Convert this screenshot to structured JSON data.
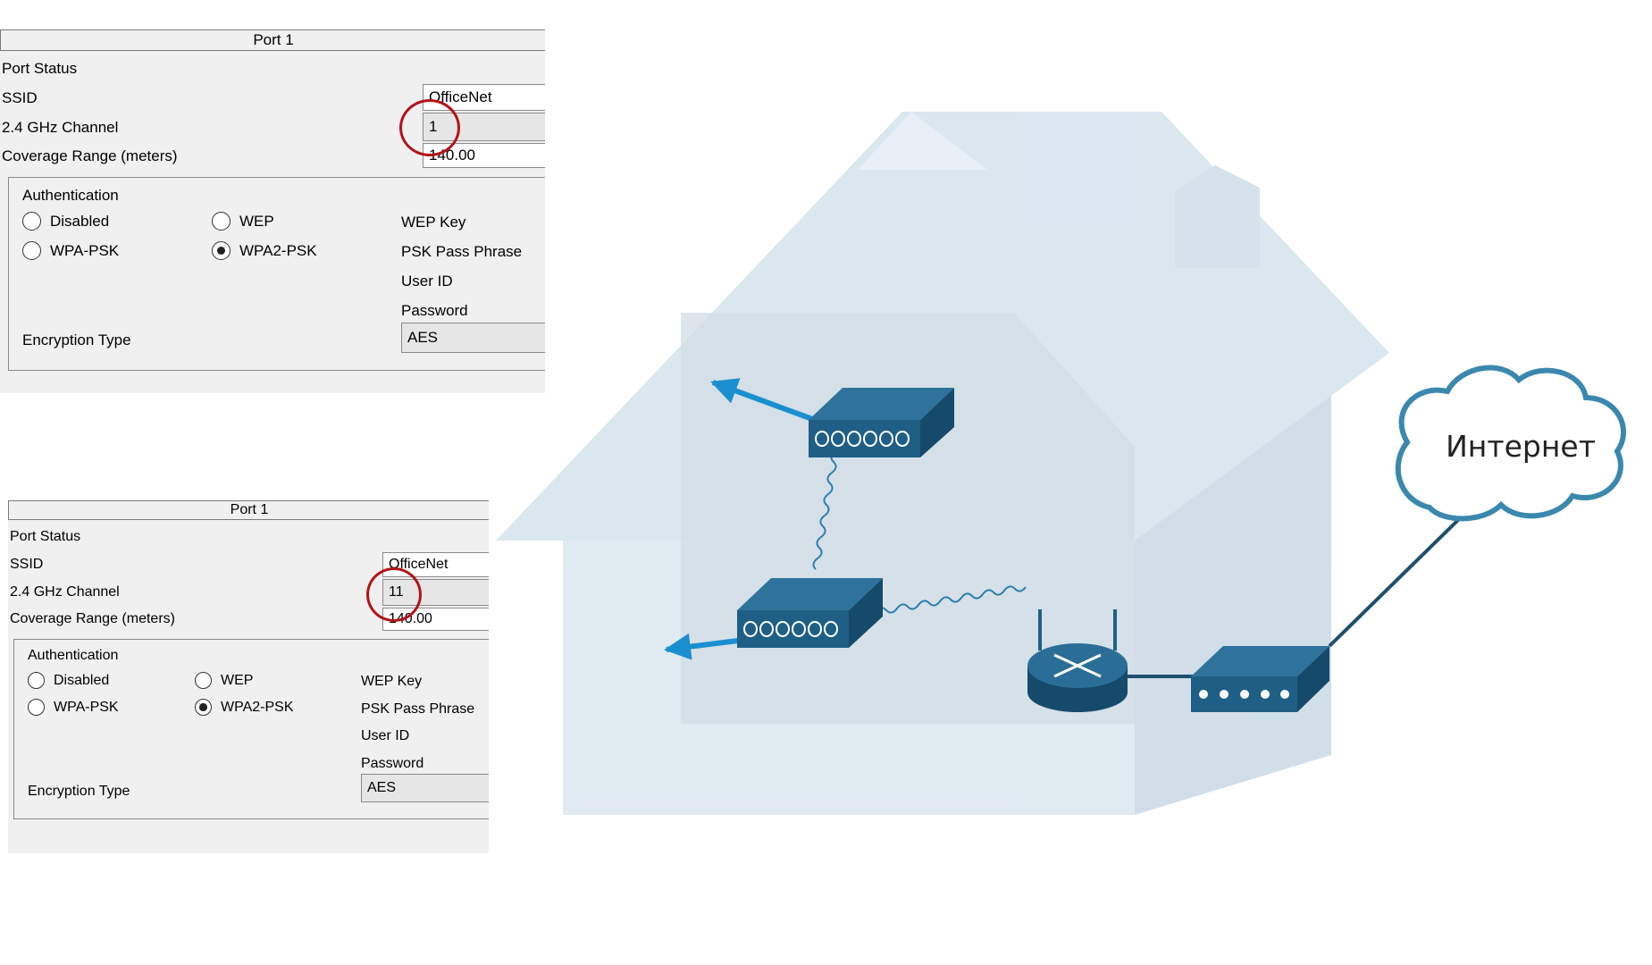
{
  "panels": [
    {
      "port_title": "Port 1",
      "port_status_label": "Port Status",
      "ssid_label": "SSID",
      "ssid_value": "OfficeNet",
      "channel_label": "2.4 GHz Channel",
      "channel_value": "1",
      "coverage_label": "Coverage Range (meters)",
      "coverage_value": "140.00",
      "auth_title": "Authentication",
      "radio_disabled": "Disabled",
      "radio_wep": "WEP",
      "radio_wpa": "WPA-PSK",
      "radio_wpa2": "WPA2-PSK",
      "selected_auth": "WPA2-PSK",
      "wep_key_label": "WEP Key",
      "psk_label": "PSK Pass Phrase",
      "user_id_label": "User ID",
      "password_label": "Password",
      "encryption_label": "Encryption Type",
      "encryption_value": "AES"
    },
    {
      "port_title": "Port 1",
      "port_status_label": "Port Status",
      "ssid_label": "SSID",
      "ssid_value": "OfficeNet",
      "channel_label": "2.4 GHz Channel",
      "channel_value": "11",
      "coverage_label": "Coverage Range (meters)",
      "coverage_value": "140.00",
      "auth_title": "Authentication",
      "radio_disabled": "Disabled",
      "radio_wep": "WEP",
      "radio_wpa": "WPA-PSK",
      "radio_wpa2": "WPA2-PSK",
      "selected_auth": "WPA2-PSK",
      "wep_key_label": "WEP Key",
      "psk_label": "PSK Pass Phrase",
      "user_id_label": "User ID",
      "password_label": "Password",
      "encryption_label": "Encryption Type",
      "encryption_value": "AES"
    }
  ],
  "diagram": {
    "cloud_label": "Интернет",
    "colors": {
      "house": "#dce8f0",
      "house_dark": "#cddde8",
      "device": "#1f5f86",
      "device_dark": "#164a6a",
      "arrow": "#1a8fd0",
      "cloud_stroke": "#3b88ae",
      "cable": "#1d4e6e",
      "highlight": "#b31217"
    },
    "icons": [
      "access-point-icon",
      "router-icon",
      "modem-icon",
      "cloud-icon"
    ]
  }
}
